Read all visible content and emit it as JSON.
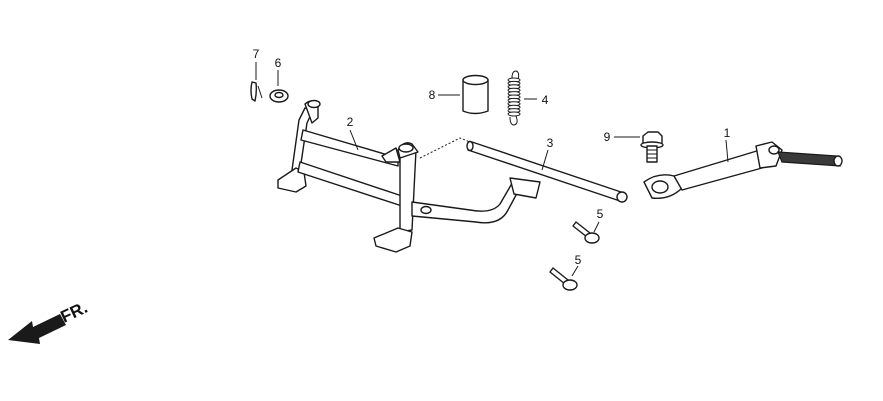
{
  "direction_label": "FR.",
  "callouts": {
    "p1": "1",
    "p2": "2",
    "p3": "3",
    "p4": "4",
    "p5a": "5",
    "p5b": "5",
    "p6": "6",
    "p7": "7",
    "p8": "8",
    "p9": "9"
  },
  "icons": {
    "front_arrow": "front-direction-arrow-icon"
  }
}
